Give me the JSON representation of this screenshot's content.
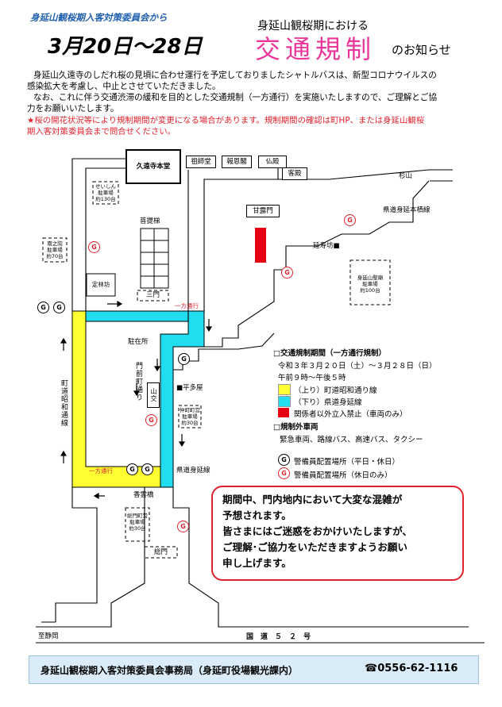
{
  "header": {
    "organizer": "身延山観桜期入客対策委員会から",
    "dates": "3月20日～28日",
    "location_line": "身延山観桜期における",
    "title": "交通規制",
    "title_suffix": "のお知らせ"
  },
  "body": {
    "line1": "身延山久遠寺のしだれ桜の見頃に合わせ運行を予定しておりましたシャトルバスは、新型コロナウイルスの",
    "line2": "感染拡大を考慮し、中止とさせていただきました。",
    "line3": "なお、これに伴う交通渋滞の緩和を目的とした交通規制（一方通行）を実施いたしますので、ご理解とご協",
    "line4": "力をお願いいたします。",
    "notice_line1": "★桜の開花状況等により規制期間が変更になる場合があります。規制期間の確認は町HP、または身延山観桜",
    "notice_line2": "期入客対策委員会まで問合せください。"
  },
  "map": {
    "kuonji": "久遠寺本堂",
    "soshido": "祖師堂",
    "hoonkaku": "報恩閣",
    "butsuden": "仏殿",
    "kyakuden": "客殿",
    "sugiyama": "杉山",
    "seishin_parking": [
      "せいしん",
      "駐車場",
      "約130台"
    ],
    "bodaibai": "菩提梯",
    "kanromon": "甘露門",
    "route_minobu_enboku": "県道身延本栖線",
    "enjubo": "延寿坊■",
    "minami_parking": [
      "南之院",
      "駐車場",
      "約70台"
    ],
    "joringbo": "定林坊",
    "sanmon": "三門",
    "oneway_top": "一方通行",
    "oneway_bottom": "一方通行",
    "seibyo_parking": [
      "身延山聖廟",
      "駐車場",
      "約100台"
    ],
    "chuzaisho": "駐在所",
    "monzen_road": "門前町通り",
    "yamakou": "山交",
    "hirataya": "■平多屋",
    "nakamon_parking": [
      "仲町町営",
      "駐車場",
      "約30台"
    ],
    "prefectural_route": "県道身延線",
    "town_route": "町道昭和通線",
    "kounbashi": "香雲橋",
    "somon_parking": [
      "総門町営",
      "駐車場",
      "約30台"
    ],
    "somon": "総門",
    "to_shizuoka": "至静岡",
    "national_route": "国　道　５　２　号",
    "g_mark": "G"
  },
  "legend": {
    "period_title": "□交通規制期間（一方通行規制）",
    "period_dates": "令和３年３月２０日（土）～３月２８日（日）",
    "period_hours": "午前９時～午後５時",
    "yellow": "（上り）町道昭和通り線",
    "cyan": "（下り）県道身延線",
    "red": "関係者以外立入禁止（車両のみ）",
    "exempt_title": "□規制外車両",
    "exempt_list": "緊急車両、路線バス、高速バス、タクシー",
    "g_black": "警備員配置場所（平日・休日）",
    "g_red": "警備員配置場所（休日のみ）",
    "colors": {
      "yellow": "#ffff33",
      "cyan": "#22dcf0",
      "red": "#e60012"
    }
  },
  "notice": {
    "l1": "期間中、門内地内において大変な混雑が",
    "l2": "予想されます。",
    "l3": "皆さまにはご迷惑をおかけいたしますが、",
    "l4": "ご理解･ご協力をいただきますようお願い",
    "l5": "申し上げます。"
  },
  "footer": {
    "office": "身延山観桜期入客対策委員会事務局（身延町役場観光課内）",
    "phone": "☎0556-62-1116"
  }
}
